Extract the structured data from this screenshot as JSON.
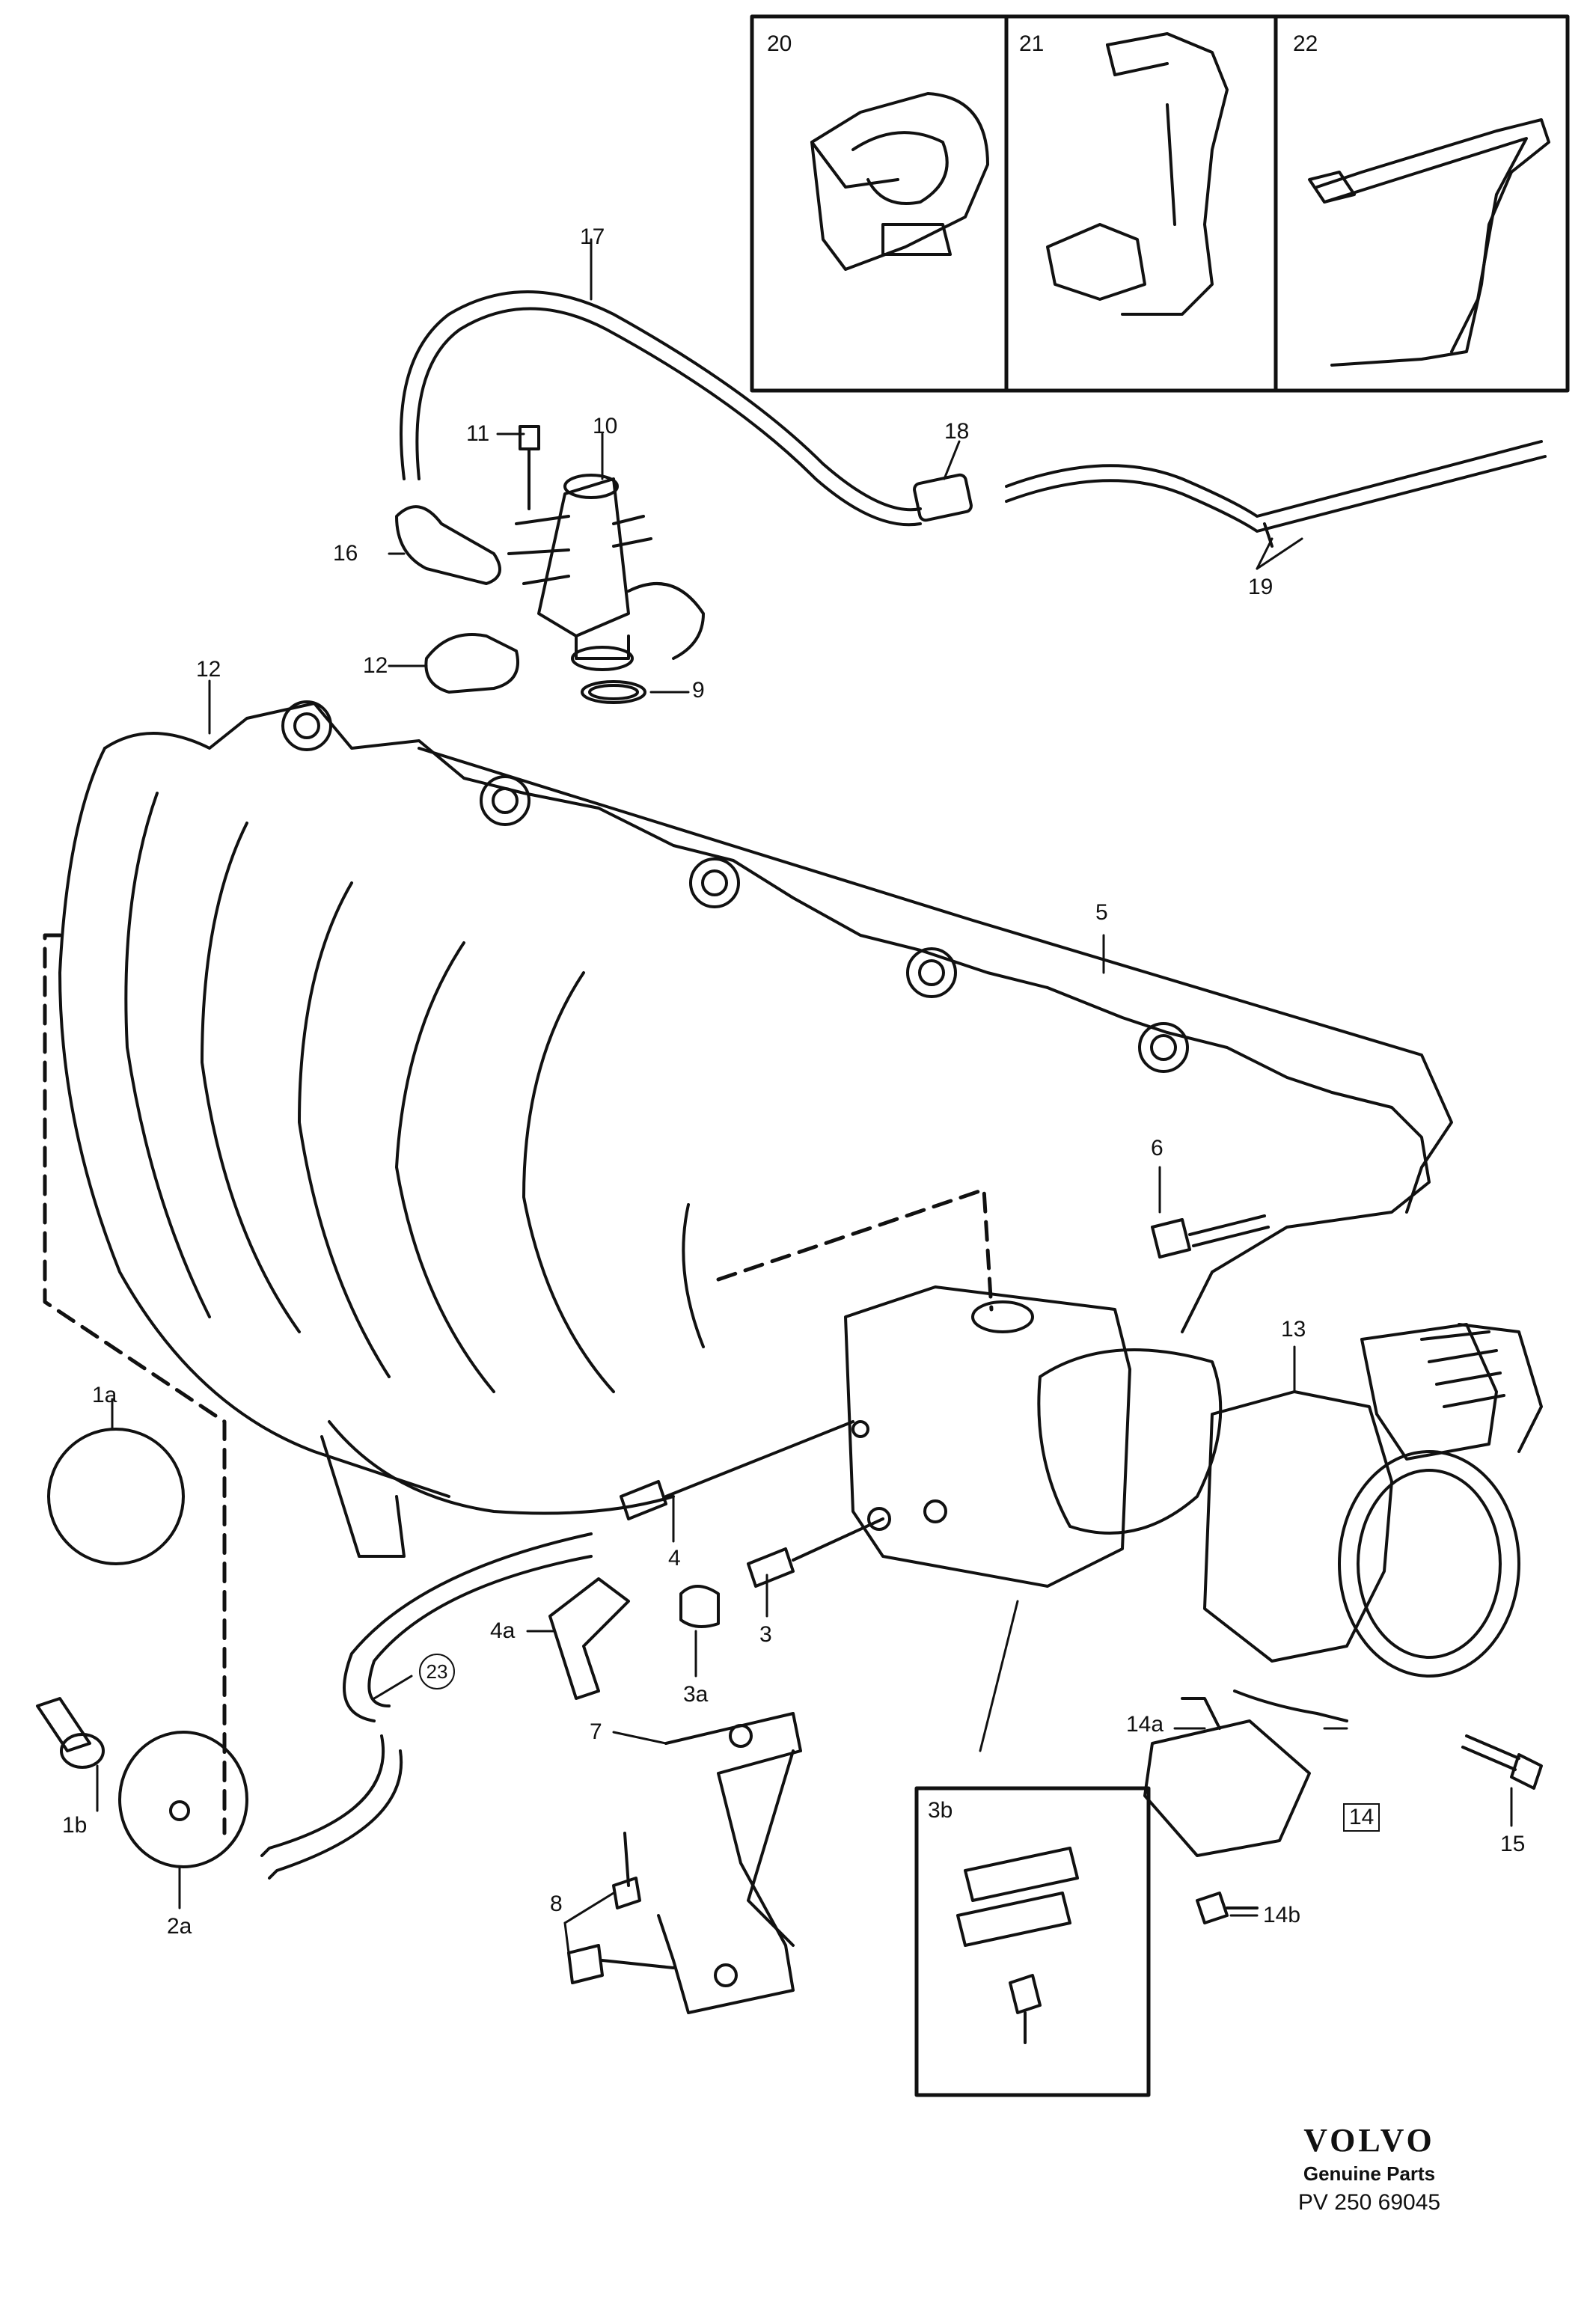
{
  "callouts": {
    "c1a": "1a",
    "c1b": "1b",
    "c2a": "2a",
    "c3": "3",
    "c3a": "3a",
    "c3b": "3b",
    "c4": "4",
    "c4a": "4a",
    "c5": "5",
    "c6": "6",
    "c7": "7",
    "c8": "8",
    "c9": "9",
    "c10": "10",
    "c11": "11",
    "c12": "12",
    "c13": "13",
    "c14": "14",
    "c14a": "14a",
    "c14b": "14b",
    "c15": "15",
    "c16": "16",
    "c17": "17",
    "c18": "18",
    "c19": "19",
    "c20": "20",
    "c21": "21",
    "c22": "22",
    "c23": "23"
  },
  "footer": {
    "brand": "VOLVO",
    "tagline": "Genuine Parts",
    "reference": "PV 250 69045"
  }
}
